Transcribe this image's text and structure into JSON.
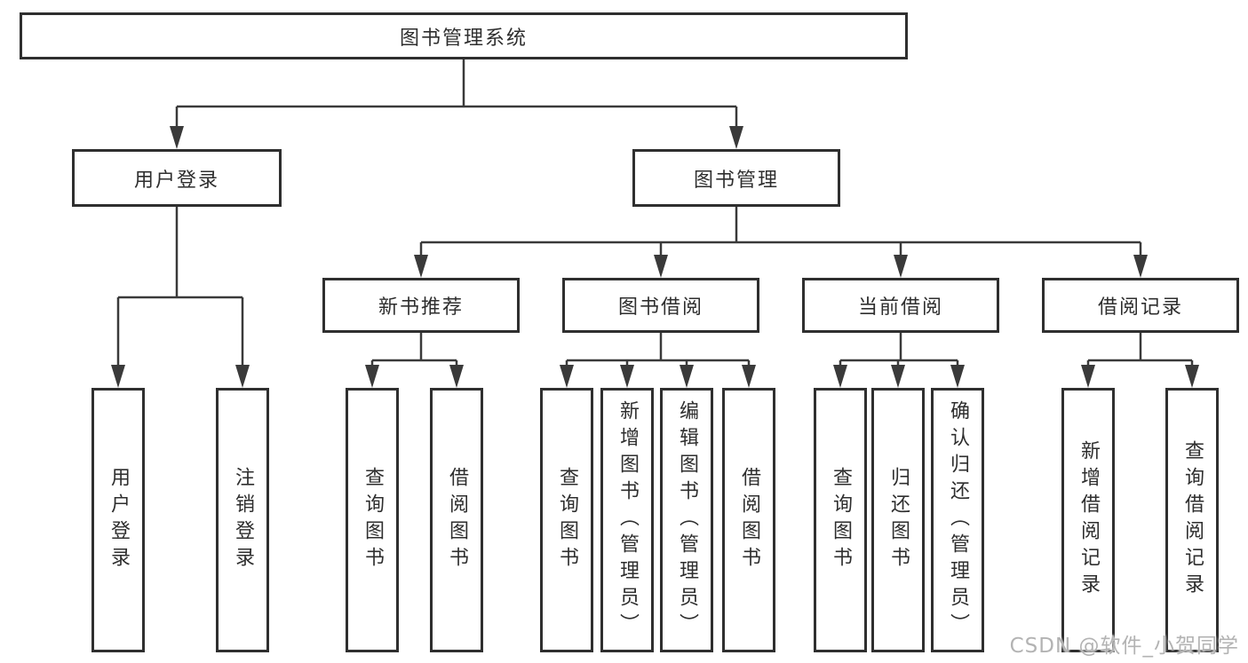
{
  "diagram": {
    "root": {
      "label": "图书管理系统"
    },
    "branches": [
      {
        "label": "用户登录",
        "children": [
          {
            "label": "用户登录"
          },
          {
            "label": "注销登录"
          }
        ]
      },
      {
        "label": "图书管理",
        "children": [
          {
            "label": "新书推荐",
            "children": [
              {
                "label": "查询图书"
              },
              {
                "label": "借阅图书"
              }
            ]
          },
          {
            "label": "图书借阅",
            "children": [
              {
                "label": "查询图书"
              },
              {
                "label": "新增图书（管理员）"
              },
              {
                "label": "编辑图书（管理员）"
              },
              {
                "label": "借阅图书"
              }
            ]
          },
          {
            "label": "当前借阅",
            "children": [
              {
                "label": "查询图书"
              },
              {
                "label": "归还图书"
              },
              {
                "label": "确认归还（管理员）"
              }
            ]
          },
          {
            "label": "借阅记录",
            "children": [
              {
                "label": "新增借阅记录"
              },
              {
                "label": "查询借阅记录"
              }
            ]
          }
        ]
      }
    ]
  },
  "watermark": {
    "text": "CSDN @软件_小贺同学"
  },
  "colors": {
    "line": "#3a3a3a",
    "box_border": "#2f2f2f",
    "text": "#2e2e2e",
    "watermark": "#b3b3b3"
  }
}
